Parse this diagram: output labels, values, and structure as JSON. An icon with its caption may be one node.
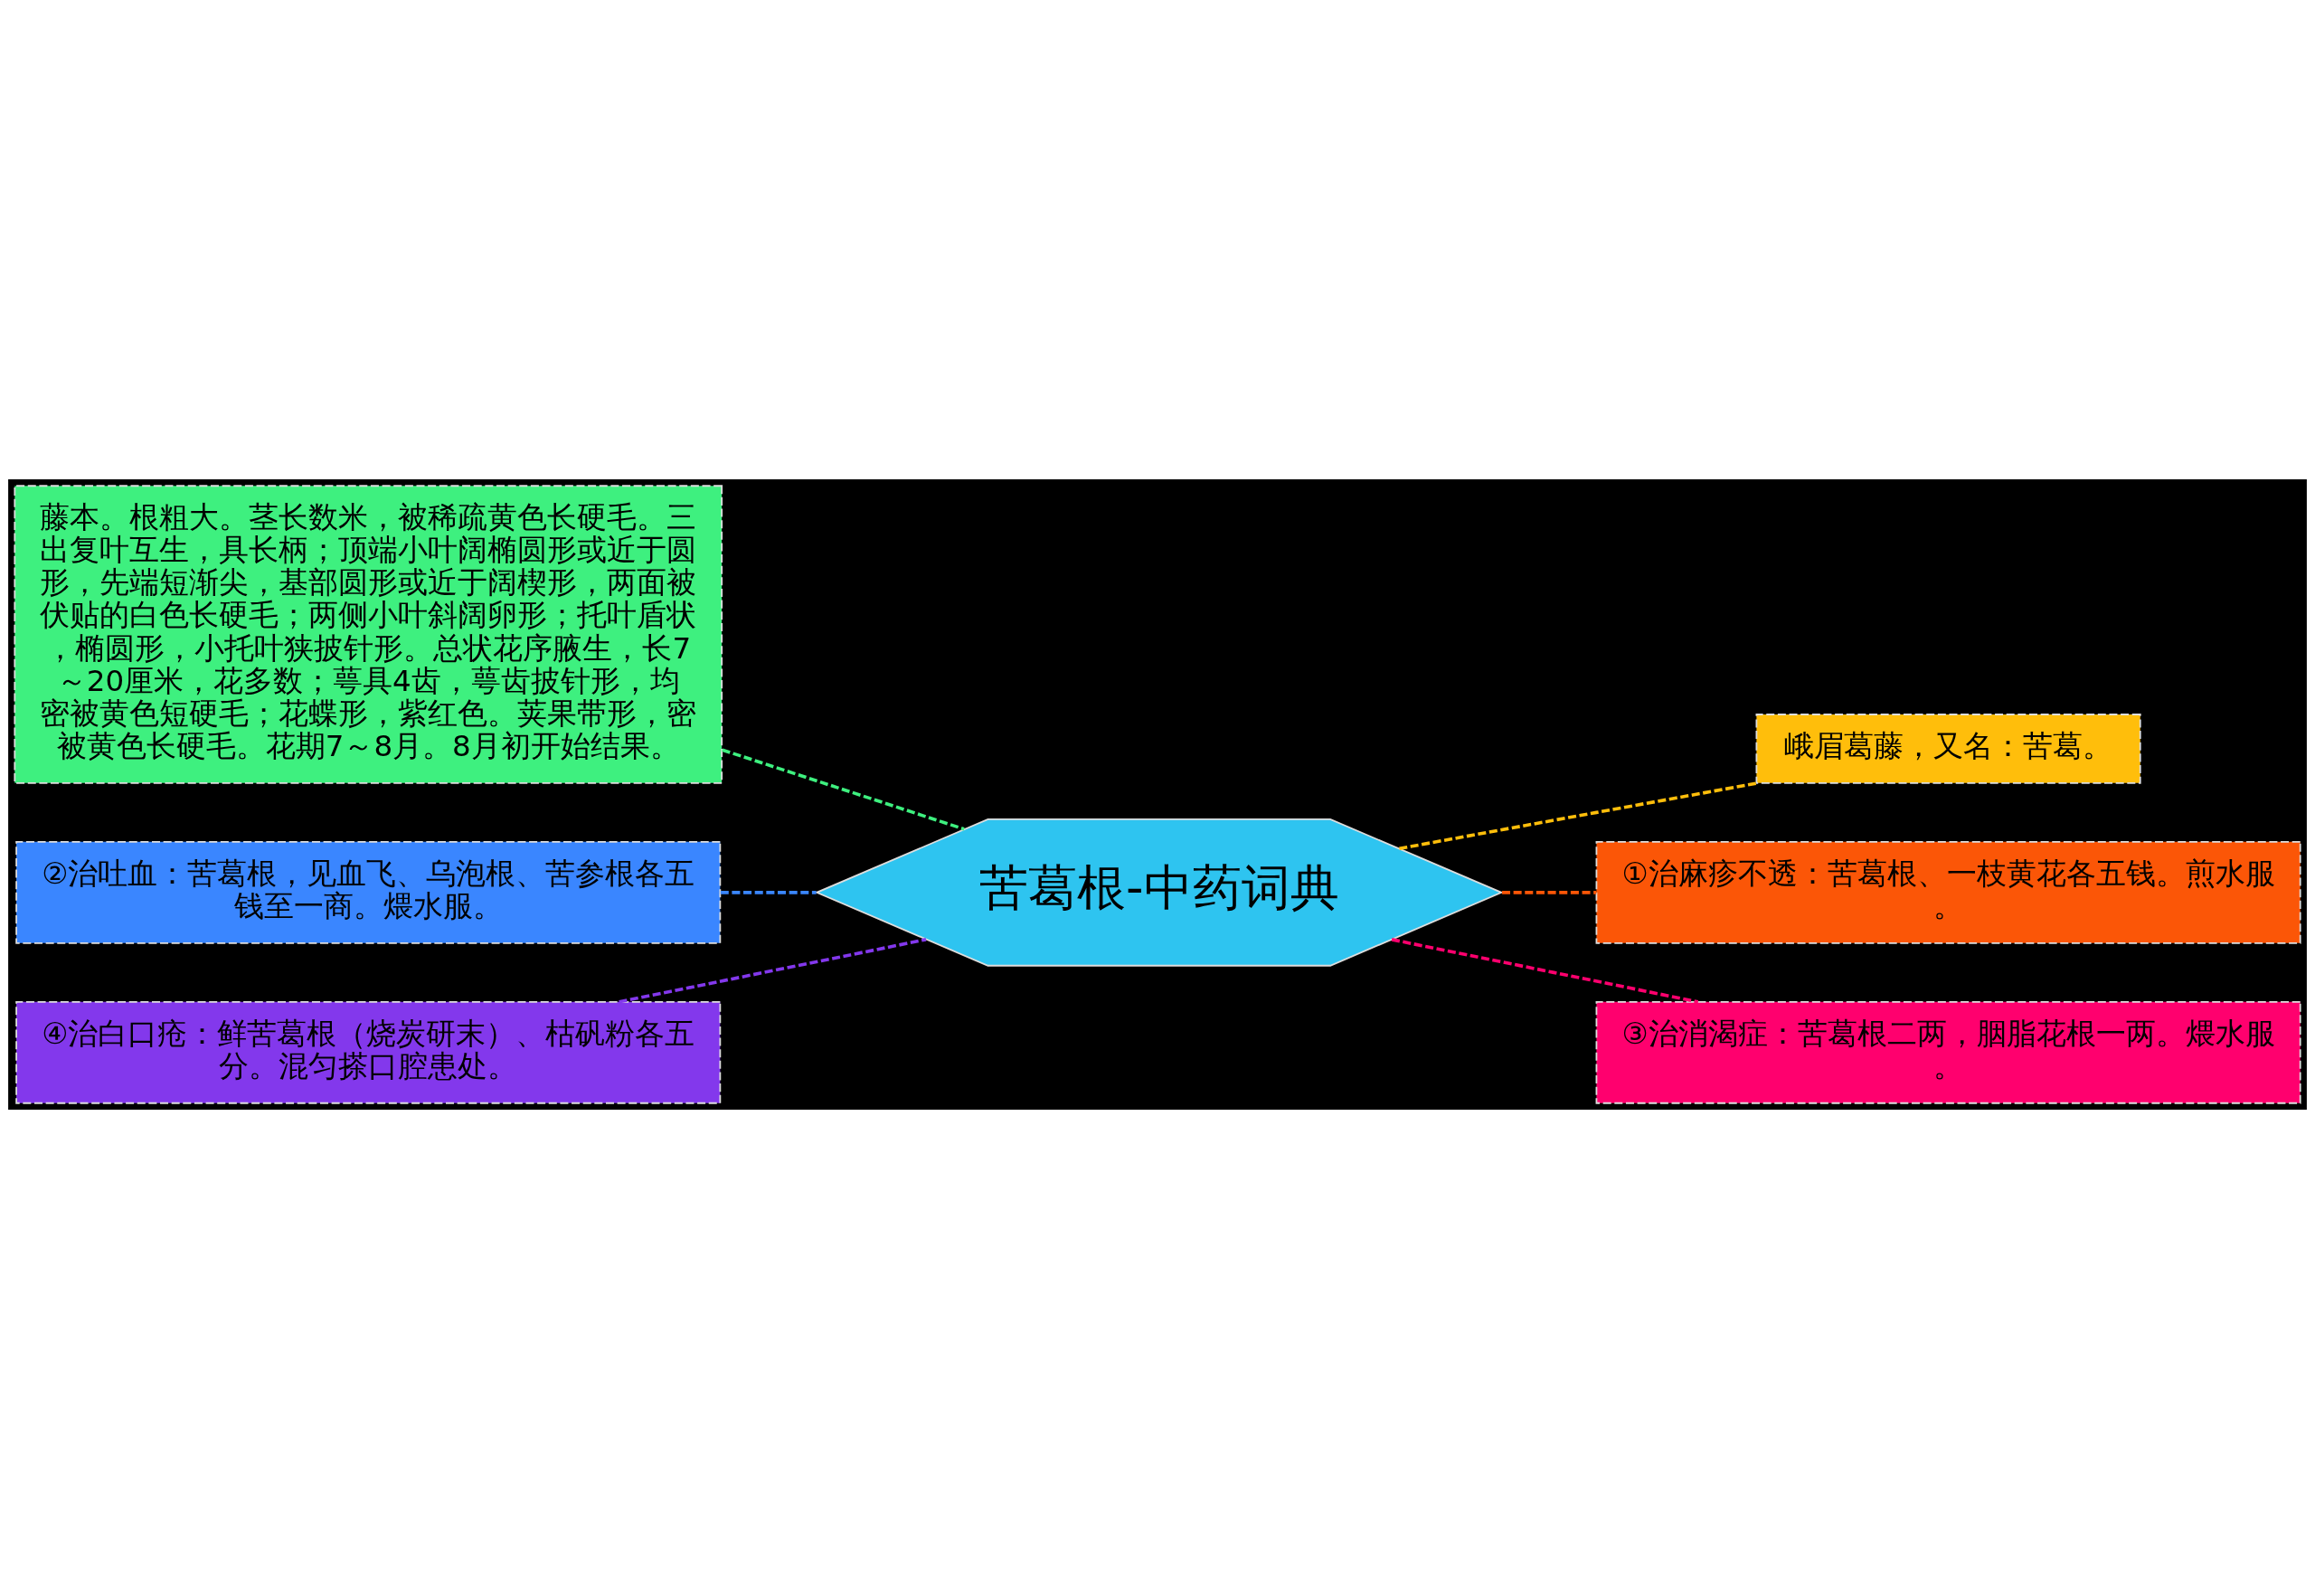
{
  "diagram": {
    "nodes": [
      {
        "text": [
          "苦葛根-中药词典"
        ]
      },
      {
        "text": [
          "藤本。根粗大。茎长数米，被稀疏黄色长硬毛。三出复叶互生，具长柄；顶端小叶阔椭圆形或近于圆形，先端短渐尖，基部圆形或近于阔楔形，两面被伏贴的白色长硬毛；两侧小叶斜阔卵形；托叶盾状，椭圆形，小托叶狭披针形。总状花序腋生，长7～20厘米，花多数；萼具4齿，萼齿披针形，均密被黄色短硬毛；花蝶形，紫红色。荚果带形，密被黄色长硬毛。花期7～8月。8月初开始结果。"
        ]
      },
      {
        "text": [
          "②治吐血：苦葛根，见血飞、乌泡根、苦参根各五钱至一商。煨水服。"
        ]
      },
      {
        "text": [
          "④治白口疮：鲜苦葛根（烧炭研末）、枯矾粉各五分。混匀搽口腔患处。"
        ]
      },
      {
        "text": [
          "峨眉葛藤，又名：苦葛。"
        ]
      },
      {
        "text": [
          "①治麻疹不透：苦葛根、一枝黄花各五钱。煎水服。"
        ]
      },
      {
        "text": [
          "③治消渴症：苦葛根二两，胭脂花根一两。煨水服。"
        ]
      }
    ],
    "edges": [
      {
        "from": 0,
        "to": 1,
        "arrow": "none",
        "style": "dashed",
        "color": "#3ef07f"
      },
      {
        "from": 0,
        "to": 2,
        "arrow": "none",
        "style": "dashed",
        "color": "#3a86ff"
      },
      {
        "from": 0,
        "to": 3,
        "arrow": "none",
        "style": "dashed",
        "color": "#8338ec"
      },
      {
        "from": 0,
        "to": 4,
        "arrow": "none",
        "style": "dashed",
        "color": "#ffbe0b"
      },
      {
        "from": 0,
        "to": 5,
        "arrow": "none",
        "style": "dashed",
        "color": "#fb5607"
      },
      {
        "from": 0,
        "to": 6,
        "arrow": "none",
        "style": "dashed",
        "color": "#ff006e"
      }
    ]
  }
}
